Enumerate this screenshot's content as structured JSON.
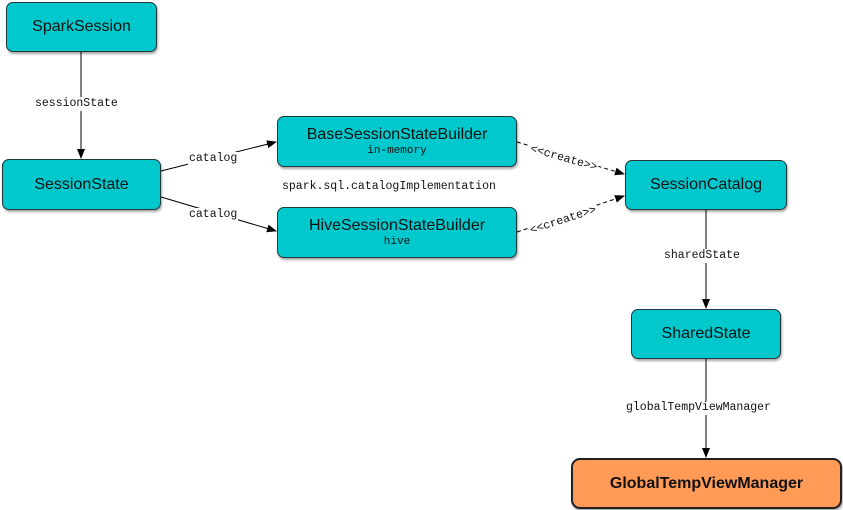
{
  "nodes": {
    "spark_session": {
      "label": "SparkSession"
    },
    "session_state": {
      "label": "SessionState"
    },
    "base_builder": {
      "label": "BaseSessionStateBuilder",
      "sub": "in-memory"
    },
    "hive_builder": {
      "label": "HiveSessionStateBuilder",
      "sub": "hive"
    },
    "session_catalog": {
      "label": "SessionCatalog"
    },
    "shared_state": {
      "label": "SharedState"
    },
    "global_temp_view_manager": {
      "label": "GlobalTempViewManager"
    }
  },
  "edges": {
    "session_state_edge": "sessionState",
    "catalog_base": "catalog",
    "catalog_hive": "catalog",
    "create_base": "<<create>>",
    "create_hive": "<<create>>",
    "shared_state_edge": "sharedState",
    "global_temp_edge": "globalTempViewManager"
  },
  "annotation": "spark.sql.catalogImplementation",
  "colors": {
    "node_fill": "#00c8cc",
    "highlight_fill": "#ff9b57",
    "line": "#000000"
  }
}
